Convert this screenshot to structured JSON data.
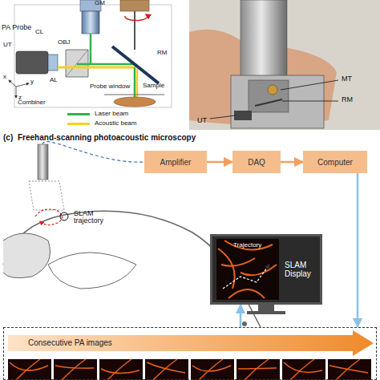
{
  "diagram": {
    "nodes": [
      {
        "text": [
          "Amplifier"
        ]
      },
      {
        "text": [
          "DAQ"
        ]
      },
      {
        "text": [
          "Computer"
        ]
      },
      {
        "text": [
          "Trajectory",
          "SLAM Display"
        ]
      },
      {
        "text": [
          "Consecutive PA images"
        ]
      }
    ],
    "edges": [
      {
        "from": 0,
        "to": 1,
        "arrow": "to"
      },
      {
        "from": 1,
        "to": 2,
        "arrow": "to"
      },
      {
        "from": 2,
        "to": 4,
        "arrow": "to"
      },
      {
        "from": 4,
        "to": 3,
        "arrow": "to"
      }
    ],
    "labels": [
      "PA Probe",
      "GM",
      "CL",
      "OBJ",
      "UT",
      "AL",
      "Combiner",
      "RM",
      "Probe window",
      "Sample",
      "x",
      "y",
      "z",
      "MT",
      "RM",
      "UT",
      "(c)",
      "Freehand-scanning photoacoustic microscopy",
      "SLAM trajectory"
    ],
    "legend": [
      {
        "text": "Laser beam",
        "color": "#2fb34a"
      },
      {
        "text": "Acoustic beam",
        "color": "#f2d21b"
      }
    ]
  }
}
